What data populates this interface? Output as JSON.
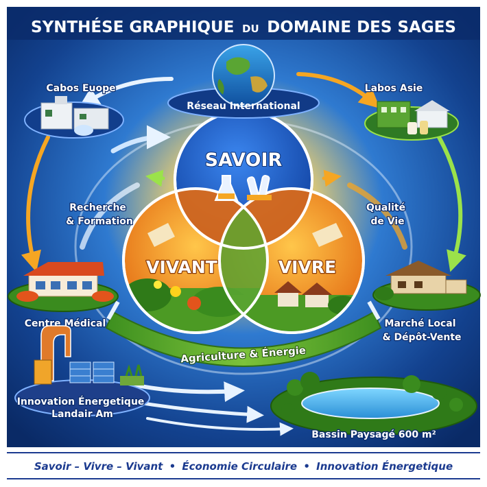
{
  "title": {
    "main": "SYNTHÉSE GRAPHIQUE",
    "small": "DU",
    "rest": "DOMAINE DES SAGES"
  },
  "circles": {
    "top": "SAVOIR",
    "left": "VIVANT",
    "right": "VIVRE"
  },
  "nodes": {
    "network": "Réseau International",
    "europe": "Cabos Euope",
    "asia": "Labos Asie",
    "medical": "Centre Médical",
    "market_line1": "Marché Local",
    "market_line2": "& Dépôt-Vente",
    "energy_line1": "Innovation Énergetique",
    "energy_line2": "Landair Am",
    "basin": "Bassin Paysagé 600 m²"
  },
  "arc_labels": {
    "research_line1": "Recherche",
    "research_line2": "& Formation",
    "quality_line1": "Qualité",
    "quality_line2": "de Vie",
    "agri": "Agriculture & Énergie"
  },
  "footer": {
    "part1": "Savoir – Vivre – Vivant",
    "part2": "Économie Circulaire",
    "part3": "Innovation Énergetique",
    "separator": "•"
  },
  "colors": {
    "background_deep": "#0a2a66",
    "background_mid": "#1f5fb4",
    "savoir_blue": "#1d5fd0",
    "vivant_orange": "#f08a12",
    "vivre_orange": "#e8741a",
    "center_green": "#5aa533",
    "footer_text": "#1b3a8f"
  }
}
